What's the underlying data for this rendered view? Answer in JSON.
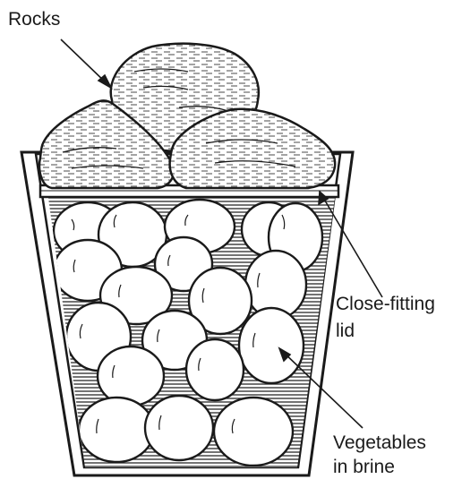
{
  "labels": {
    "rocks": "Rocks",
    "lid_line1": "Close-fitting",
    "lid_line2": "lid",
    "vegetables_line1": "Vegetables",
    "vegetables_line2": "in brine"
  },
  "colors": {
    "ink": "#1a1a1a",
    "paper": "#ffffff",
    "shade": "#555555"
  }
}
